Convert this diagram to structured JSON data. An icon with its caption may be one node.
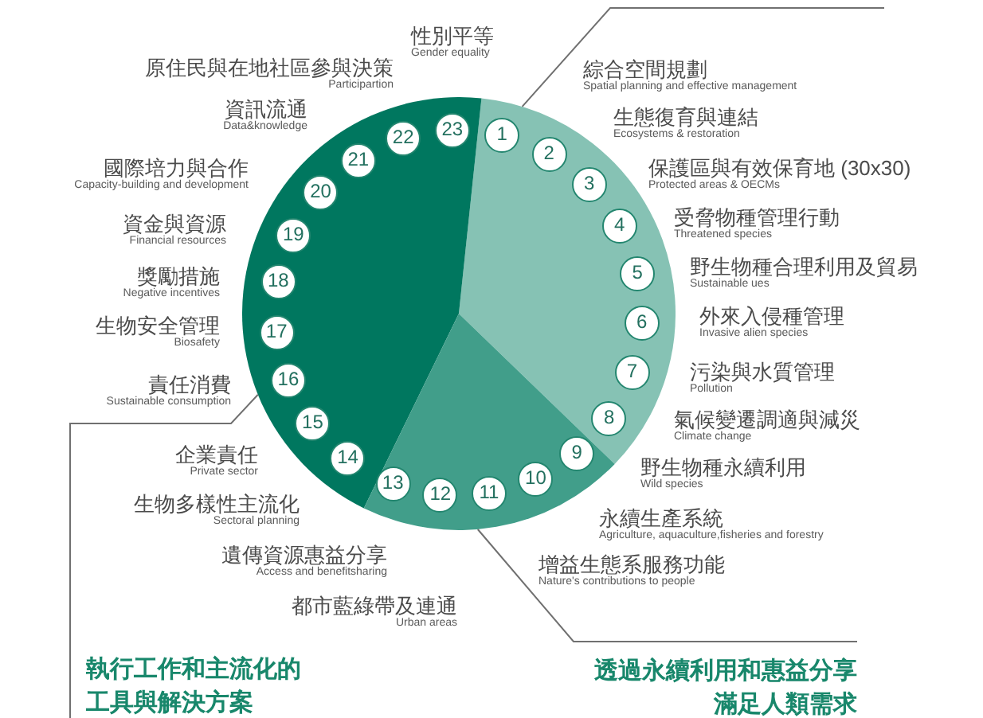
{
  "diagram": {
    "nodes": [
      {
        "text": [],
        "shape": "sector"
      },
      {
        "text": [
          "1"
        ],
        "in": 0,
        "beside": [
          "綜合空間規劃",
          "Spatial planning and effective management"
        ]
      },
      {
        "text": [
          "2"
        ],
        "in": 0,
        "beside": [
          "生態復育與連結",
          "Ecosystems & restoration"
        ]
      },
      {
        "text": [
          "3"
        ],
        "in": 0,
        "beside": [
          "保護區與有效保育地 (30x30)",
          "Protected areas & OECMs"
        ]
      },
      {
        "text": [
          "4"
        ],
        "in": 0,
        "beside": [
          "受脅物種管理行動",
          "Threatened species"
        ]
      },
      {
        "text": [
          "5"
        ],
        "in": 0,
        "beside": [
          "野生物種合理利用及貿易",
          "Sustainable ues"
        ]
      },
      {
        "text": [
          "6"
        ],
        "in": 0,
        "beside": [
          "外來入侵種管理",
          "Invasive alien species"
        ]
      },
      {
        "text": [
          "7"
        ],
        "in": 0,
        "beside": [
          "污染與水質管理",
          "Pollution"
        ]
      },
      {
        "text": [
          "8"
        ],
        "in": 0,
        "beside": [
          "氣候變遷調適與減災",
          "Climate change"
        ]
      },
      {
        "text": [],
        "shape": "sector"
      },
      {
        "text": [
          "9"
        ],
        "in": 9,
        "beside": [
          "野生物種永續利用",
          "Wild species"
        ]
      },
      {
        "text": [
          "10"
        ],
        "in": 9,
        "beside": [
          "永續生產系統",
          "Agriculture, aquaculture,fisheries and forestry"
        ]
      },
      {
        "text": [
          "11"
        ],
        "in": 9,
        "beside": [
          "增益生態系服務功能",
          "Nature's contributions to people"
        ]
      },
      {
        "text": [
          "12"
        ],
        "in": 9,
        "beside": [
          "都市藍綠帶及連通",
          "Urban areas"
        ]
      },
      {
        "text": [
          "13"
        ],
        "in": 9,
        "beside": [
          "遺傳資源惠益分享",
          "Access and benefitsharing"
        ]
      },
      {
        "text": [],
        "shape": "sector"
      },
      {
        "text": [
          "14"
        ],
        "in": 15,
        "beside": [
          "生物多樣性主流化",
          "Sectoral planning"
        ]
      },
      {
        "text": [
          "15"
        ],
        "in": 15,
        "beside": [
          "企業責任",
          "Private sector"
        ]
      },
      {
        "text": [
          "16"
        ],
        "in": 15,
        "beside": [
          "責任消費",
          "Sustainable consumption"
        ]
      },
      {
        "text": [
          "17"
        ],
        "in": 15,
        "beside": [
          "生物安全管理",
          "Biosafety"
        ]
      },
      {
        "text": [
          "18"
        ],
        "in": 15,
        "beside": [
          "獎勵措施",
          "Negative incentives"
        ]
      },
      {
        "text": [
          "19"
        ],
        "in": 15,
        "beside": [
          "資金與資源",
          "Financial resources"
        ]
      },
      {
        "text": [
          "20"
        ],
        "in": 15,
        "beside": [
          "國際培力與合作",
          "Capacity-building and development"
        ]
      },
      {
        "text": [
          "21"
        ],
        "in": 15,
        "beside": [
          "資訊流通",
          "Data&knowledge"
        ]
      },
      {
        "text": [
          "22"
        ],
        "in": 15,
        "beside": [
          "原住民與在地社區參與決策",
          "Participartion"
        ]
      },
      {
        "text": [
          "23"
        ],
        "in": 15,
        "beside": [
          "性別平等",
          "Gender equality"
        ]
      },
      {
        "text": [
          "執行工作和主流化的工具與解決方案"
        ]
      },
      {
        "text": [
          "透過永續利用和惠益分享滿足人類需求"
        ]
      }
    ],
    "edges": [
      {
        "from": 0,
        "to": null,
        "arrow": "none"
      },
      {
        "from": 15,
        "to": 26,
        "arrow": "none"
      },
      {
        "from": 9,
        "to": 27,
        "arrow": "none"
      }
    ]
  }
}
